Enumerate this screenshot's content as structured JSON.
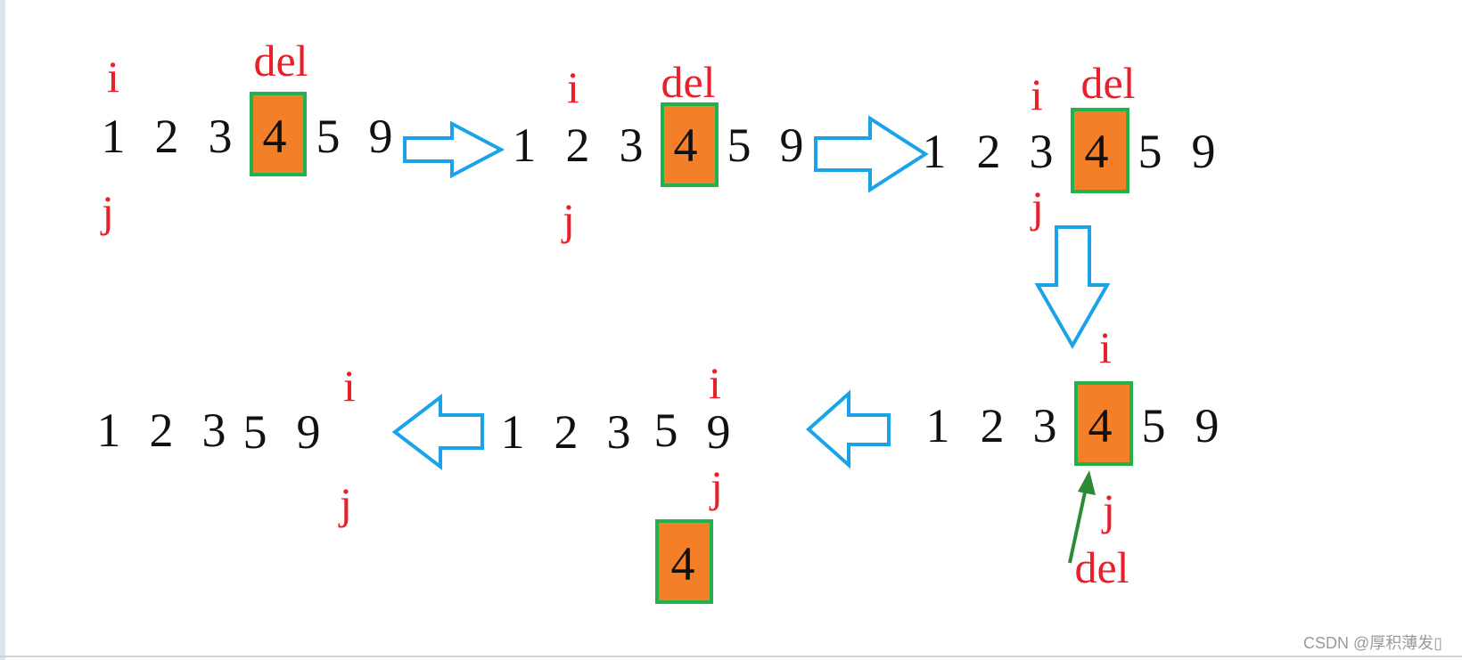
{
  "labels": {
    "i": "i",
    "j": "j",
    "del": "del"
  },
  "deleted_value": "4",
  "stages": [
    {
      "numbers": [
        "1",
        "2",
        "3",
        "4",
        "5",
        "9"
      ]
    },
    {
      "numbers": [
        "1",
        "2",
        "3",
        "4",
        "5",
        "9"
      ]
    },
    {
      "numbers": [
        "1",
        "2",
        "3",
        "4",
        "5",
        "9"
      ]
    },
    {
      "numbers": [
        "1",
        "2",
        "3",
        "4",
        "5",
        "9"
      ]
    },
    {
      "numbers": [
        "1",
        "2",
        "3",
        "5",
        "9"
      ]
    },
    {
      "numbers": [
        "1",
        "2",
        "3",
        "5",
        "9"
      ]
    }
  ],
  "colors": {
    "highlight_fill": "#f47f29",
    "highlight_border": "#22b24c",
    "pointer_text": "#e8202a",
    "flow_arrow": "#1aa3e8",
    "del_arrow": "#2e8b35"
  },
  "watermark": "CSDN @厚积薄发▯"
}
